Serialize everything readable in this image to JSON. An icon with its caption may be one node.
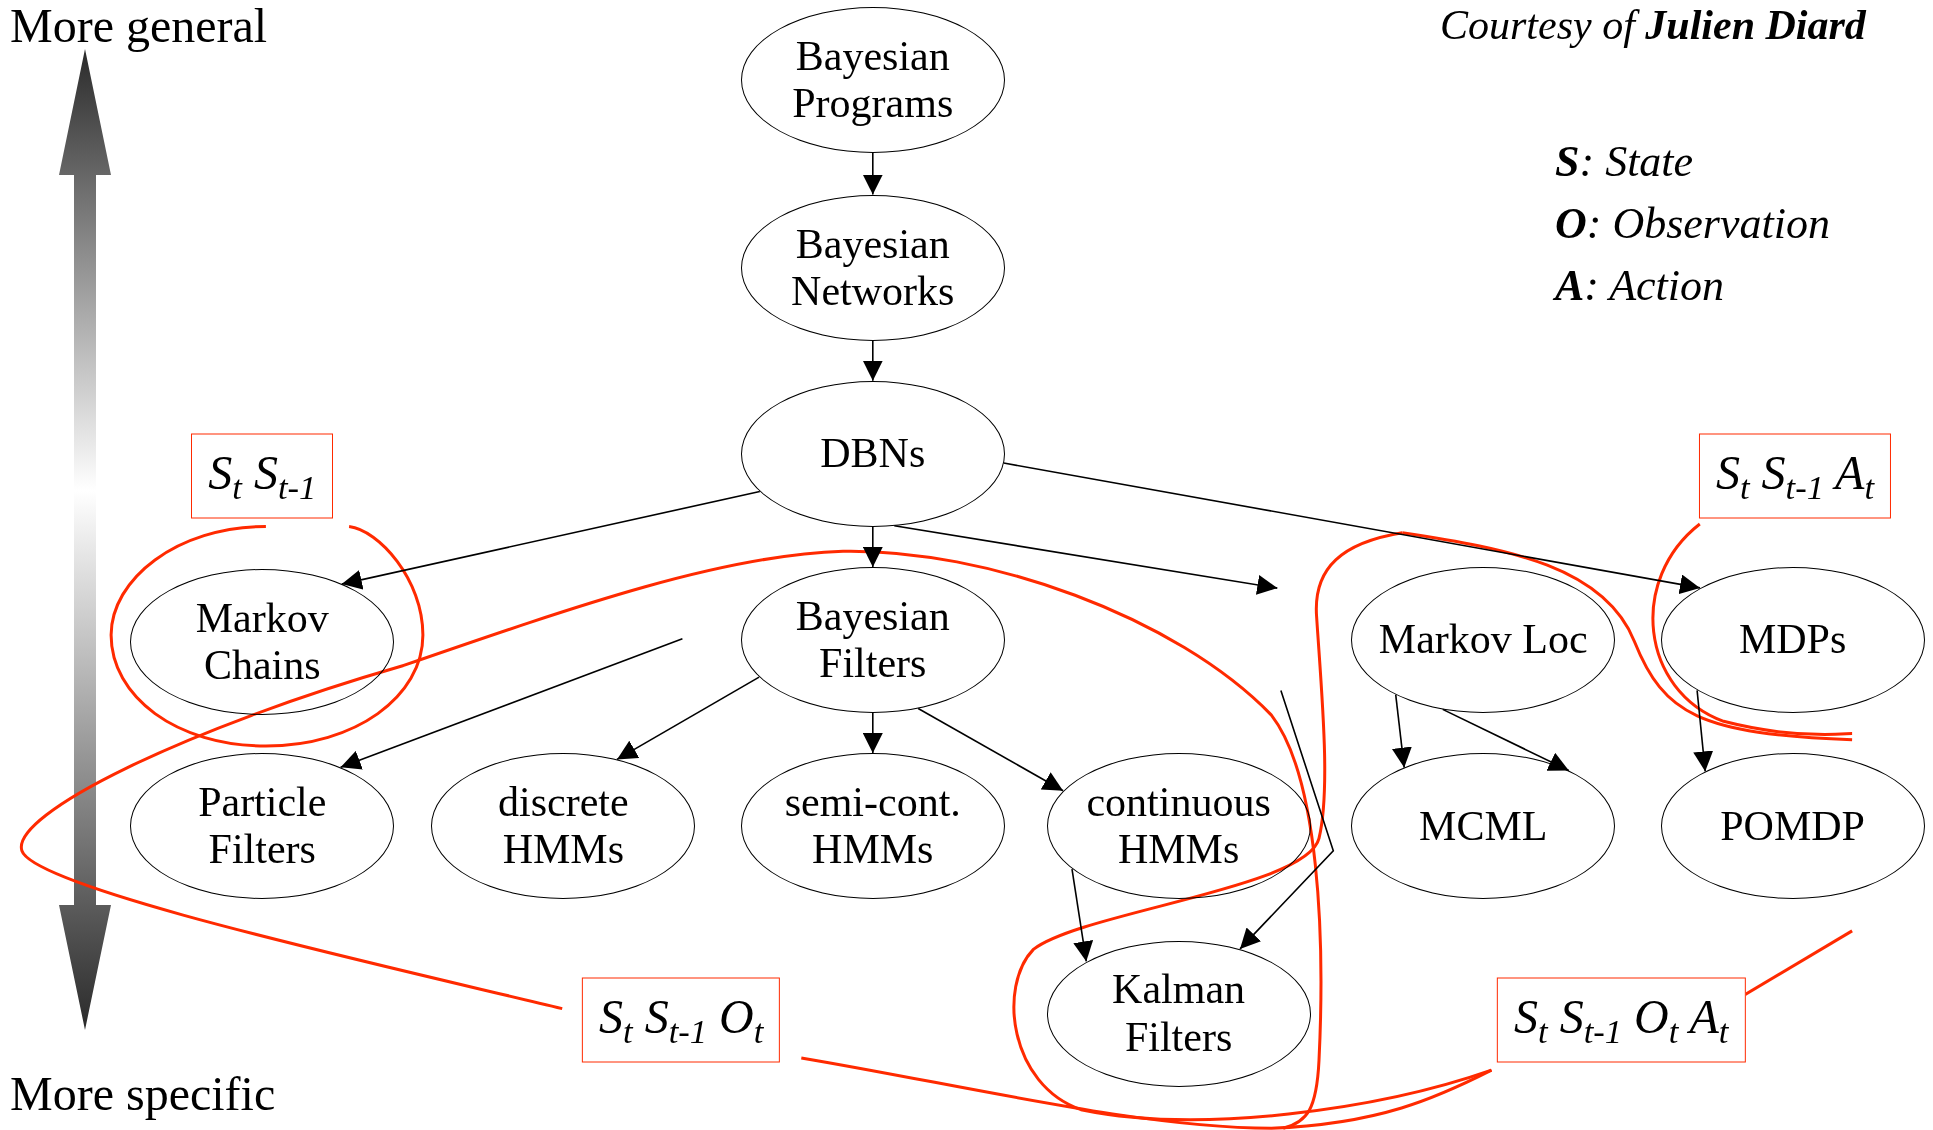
{
  "diagram": {
    "nodes": [
      {
        "text": [
          "Bayesian Programs"
        ]
      },
      {
        "text": [
          "Bayesian Networks"
        ]
      },
      {
        "text": [
          "DBNs"
        ]
      },
      {
        "text": [
          "S$_{t}$ S$_{t-1}$"
        ]
      },
      {
        "text": [
          "S$_{t}$ S$_{t-1}$ A$_{t}$"
        ]
      },
      {
        "text": [
          "Markov Chains"
        ]
      },
      {
        "text": [
          "Bayesian Filters"
        ]
      },
      {
        "text": [
          "Markov Loc"
        ]
      },
      {
        "text": [
          "MDPs"
        ]
      },
      {
        "text": [
          "Particle Filters"
        ]
      },
      {
        "text": [
          "discrete HMMs"
        ]
      },
      {
        "text": [
          "semi-cont. HMMs"
        ]
      },
      {
        "text": [
          "continuous HMMs"
        ]
      },
      {
        "text": [
          "MCML"
        ]
      },
      {
        "text": [
          "POMDP"
        ]
      },
      {
        "text": [
          "Kalman Filters"
        ]
      },
      {
        "text": [
          "S$_{t}$ S$_{t-1}$ O$_{t}$"
        ]
      },
      {
        "text": [
          "S$_{t}$ S$_{t-1}$ O$_{t}$ A$_{t}$"
        ]
      }
    ],
    "edges": [
      {
        "from": 0,
        "to": 1,
        "arrow": "to"
      },
      {
        "from": 1,
        "to": 2,
        "arrow": "to"
      },
      {
        "from": 2,
        "to": 6,
        "arrow": "to"
      },
      {
        "from": 2,
        "to": 5,
        "arrow": "to"
      },
      {
        "from": 2,
        "to": null,
        "arrow": "to"
      },
      {
        "from": 2,
        "to": 8,
        "arrow": "to"
      },
      {
        "from": null,
        "to": 9,
        "arrow": "to"
      },
      {
        "from": 6,
        "to": 10,
        "arrow": "to"
      },
      {
        "from": 6,
        "to": 11,
        "arrow": "to"
      },
      {
        "from": 6,
        "to": 12,
        "arrow": "to"
      },
      {
        "from": null,
        "to": 15,
        "arrow": "to"
      },
      {
        "from": 12,
        "to": 15,
        "arrow": "to"
      },
      {
        "from": 7,
        "to": 13,
        "arrow": "to"
      },
      {
        "from": 8,
        "to": 14,
        "arrow": "to"
      },
      {
        "from": 7,
        "to": 13,
        "arrow": "to"
      }
    ],
    "labels": [
      "More general",
      "More specific",
      "Courtesy of **Julien Diard**",
      "**S**: State",
      "**O**: Observation",
      "**A**: Action"
    ]
  }
}
